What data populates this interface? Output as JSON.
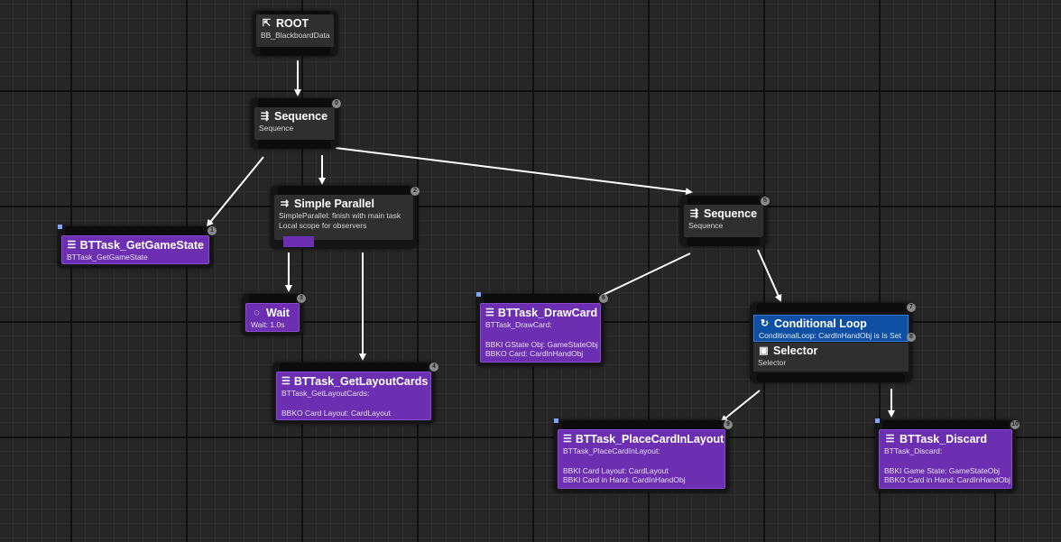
{
  "nodes": {
    "root": {
      "title": "ROOT",
      "subtitle": "BB_BlackboardData",
      "icon": "root-icon"
    },
    "sequence_main": {
      "title": "Sequence",
      "subtitle": "Sequence",
      "icon": "sequence-icon",
      "index": "0"
    },
    "simple_parallel": {
      "title": "Simple Parallel",
      "line1": "SimpleParallel: finish with main task",
      "line2": "Local scope for observers",
      "icon": "simple-parallel-icon",
      "index": "2"
    },
    "get_game_state": {
      "title": "BTTask_GetGameState",
      "subtitle": "BTTask_GetGameState",
      "icon": "task-icon",
      "index": "1"
    },
    "wait": {
      "title": "Wait",
      "subtitle": "Wait: 1.0s",
      "icon": "wait-icon",
      "index": "3"
    },
    "get_layout_cards": {
      "title": "BTTask_GetLayoutCards",
      "subtitle": "BTTask_GetLayoutCards:",
      "line1": "BBKO Card Layout: CardLayout",
      "icon": "task-icon",
      "index": "4"
    },
    "sequence_right": {
      "title": "Sequence",
      "subtitle": "Sequence",
      "icon": "sequence-icon",
      "index": "5"
    },
    "draw_card": {
      "title": "BTTask_DrawCard",
      "subtitle": "BTTask_DrawCard:",
      "line1": "BBKI GState Obj: GameStateObj",
      "line2": "BBKO Card: CardInHandObj",
      "icon": "task-icon",
      "index": "6"
    },
    "conditional_loop": {
      "title": "Conditional Loop",
      "subtitle": "ConditionalLoop: CardInHandObj is Is Set",
      "icon": "loop-icon",
      "index": "7",
      "index2": "8"
    },
    "selector": {
      "title": "Selector",
      "subtitle": "Selector",
      "icon": "selector-icon"
    },
    "place_card": {
      "title": "BTTask_PlaceCardInLayout",
      "subtitle": "BTTask_PlaceCardInLayout:",
      "line1": "BBKI Card Layout: CardLayout",
      "line2": "BBKI Card in Hand: CardInHandObj",
      "icon": "task-icon",
      "index": "9"
    },
    "discard": {
      "title": "BTTask_Discard",
      "subtitle": "BTTask_Discard:",
      "line1": "BBKI Game State: GameStateObj",
      "line2": "BBKO Card in Hand: CardInHandObj",
      "icon": "task-icon",
      "index": "10"
    }
  },
  "colors": {
    "task": "#6c2fb2",
    "composite": "#2f2f2f",
    "decorator": "#0f4fa3",
    "wire": "#ffffff",
    "grid": "#262626"
  }
}
